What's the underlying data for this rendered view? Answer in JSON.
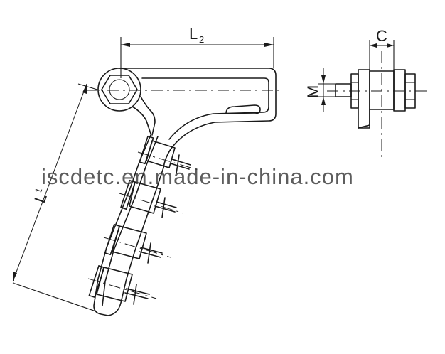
{
  "dimensions": {
    "length_1": {
      "letter": "L",
      "subscript": "1"
    },
    "length_2": {
      "letter": "L",
      "subscript": "2"
    },
    "bolt_size": "M",
    "clamp_width": "C"
  },
  "watermark": "iscdetc.en.made-in-china.com"
}
